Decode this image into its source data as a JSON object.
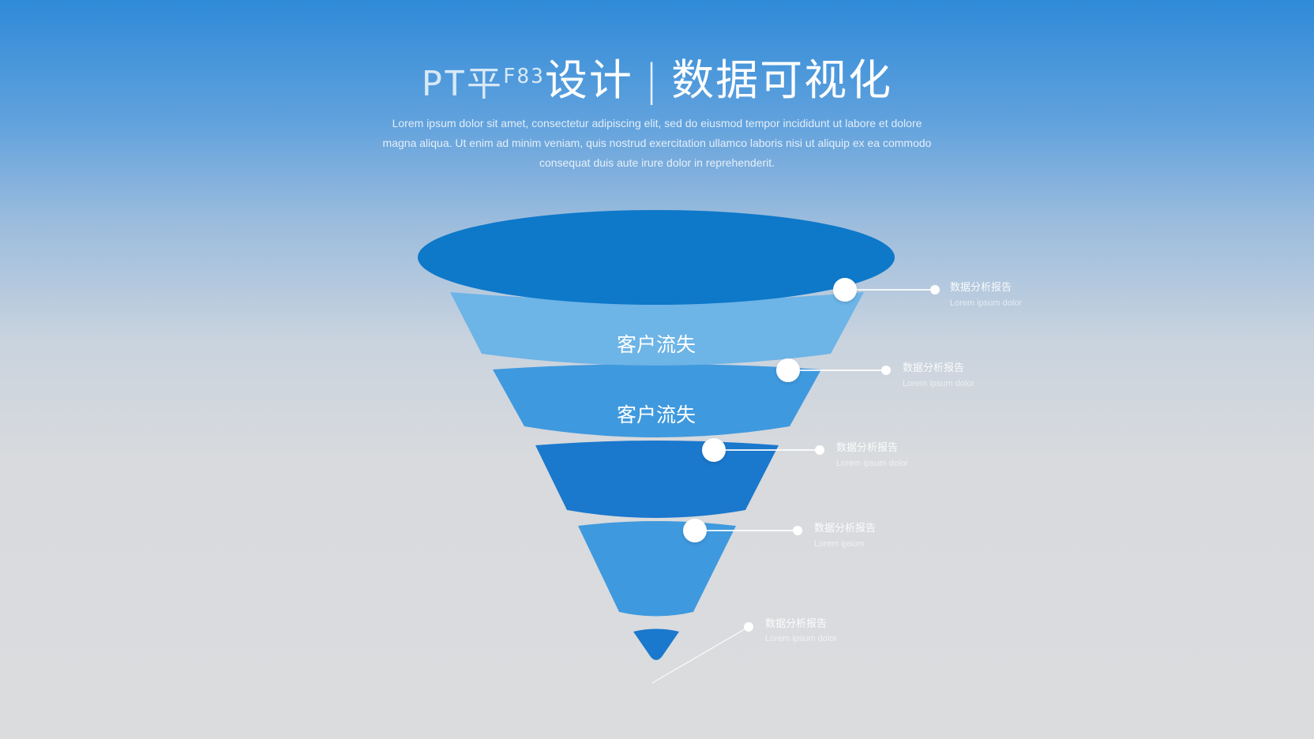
{
  "title": {
    "part1": "PT平",
    "part1_sup": "F83",
    "part2": "设计",
    "separator": "|",
    "part3": "数据可视化"
  },
  "subtitle_lines": [
    "Lorem ipsum dolor sit amet, consectetur adipiscing elit, sed do eiusmod tempor incididunt ut labore et dolore",
    "magna aliqua. Ut enim ad minim veniam, quis nostrud exercitation ullamco laboris nisi ut aliquip ex ea commodo",
    "consequat duis aute irure dolor in reprehenderit."
  ],
  "funnel": {
    "stages": [
      {
        "label": "",
        "color": "#0e78c9"
      },
      {
        "label": "客户流失",
        "color": "#6db4e7"
      },
      {
        "label": "客户流失",
        "color": "#3f99de"
      },
      {
        "label": "",
        "color": "#1a78cd"
      },
      {
        "label": "",
        "color": "#3f99de"
      },
      {
        "label": "",
        "color": "#1a78cd"
      }
    ]
  },
  "callouts": [
    {
      "title": "数据分析报告",
      "sub": "Lorem ipsum dolor"
    },
    {
      "title": "数据分析报告",
      "sub": "Lorem ipsum dolor"
    },
    {
      "title": "数据分析报告",
      "sub": "Lorem ipsum dolor"
    },
    {
      "title": "数据分析报告",
      "sub": "Lorem ipsum"
    },
    {
      "title": "数据分析报告",
      "sub": "Lorem ipsum dolor"
    }
  ],
  "colors": {
    "bg_top": "#2f8ad8",
    "bg_bottom": "#dadcde",
    "accent_dark": "#0e78c9",
    "accent_light": "#6db4e7"
  }
}
